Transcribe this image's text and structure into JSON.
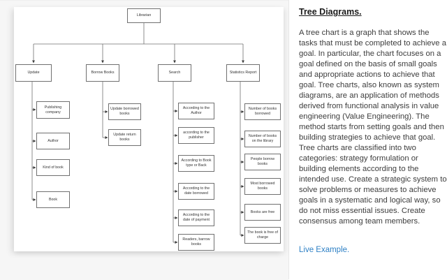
{
  "diagram": {
    "root": {
      "label": "Librarian"
    },
    "branches": [
      {
        "label": "Update",
        "children": [
          {
            "label": "Publishing company"
          },
          {
            "label": "Author"
          },
          {
            "label": "Kind of book"
          },
          {
            "label": "Book"
          }
        ]
      },
      {
        "label": "Borrow Books",
        "children": [
          {
            "label": "Update borrowed books"
          },
          {
            "label": "Update return books"
          }
        ]
      },
      {
        "label": "Search",
        "children": [
          {
            "label": "According to the Author"
          },
          {
            "label": "according to the publisher"
          },
          {
            "label": "According to Book type or Back"
          },
          {
            "label": "According to the date borrowed"
          },
          {
            "label": "According to the date of payment"
          },
          {
            "label": "Readers, barrow books"
          }
        ]
      },
      {
        "label": "Statistics Report",
        "children": [
          {
            "label": "Number of books borrowed"
          },
          {
            "label": "Number of books on the library"
          },
          {
            "label": "People borrow books"
          },
          {
            "label": "Most borrowed books"
          },
          {
            "label": "Books are free"
          },
          {
            "label": "The book is free of charge"
          }
        ]
      }
    ]
  },
  "article": {
    "title": "Tree Diagrams.",
    "body": "A tree chart is a graph that shows the tasks that must be completed to achieve a goal. In particular, the chart focuses on a goal defined on the basis of small goals and appropriate actions to achieve that goal. Tree charts, also known as system diagrams, are an application of methods derived from functional analysis in value engineering (Value Engineering). The method starts from setting goals and then building strategies to achieve that goal. Tree charts are classified into two categories: strategy formulation or building elements according to the intended use. Create a strategic system to solve problems or measures to achieve goals in a systematic and logical way, so do not miss essential issues. Create consensus among team members.",
    "link_label": "Live Example."
  },
  "colors": {
    "link": "#2e80c5",
    "node_border": "#707070",
    "connector": "#707070"
  }
}
